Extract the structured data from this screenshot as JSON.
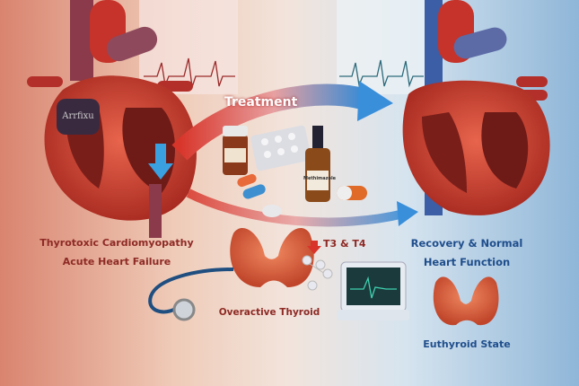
{
  "treatment_label": "Treatment",
  "left_heart": {
    "chamber_label": "Arrfixu"
  },
  "medication": {
    "bottle_label": "Methimazole"
  },
  "left_caption": {
    "line1": "Thyrotoxic Cardiomyopathy",
    "line2": "Acute Heart Failure"
  },
  "right_caption": {
    "line1": "Recovery & Normal",
    "line2": "Heart Function"
  },
  "thyroid": {
    "caption": "Overactive Thyroid",
    "hormones": "T3 & T4"
  },
  "euthyroid_caption": "Euthyroid State",
  "colors": {
    "red": "#c7372c",
    "blue": "#2f7fc9",
    "text_red": "#8e2a25",
    "text_blue": "#1f4e8c"
  }
}
